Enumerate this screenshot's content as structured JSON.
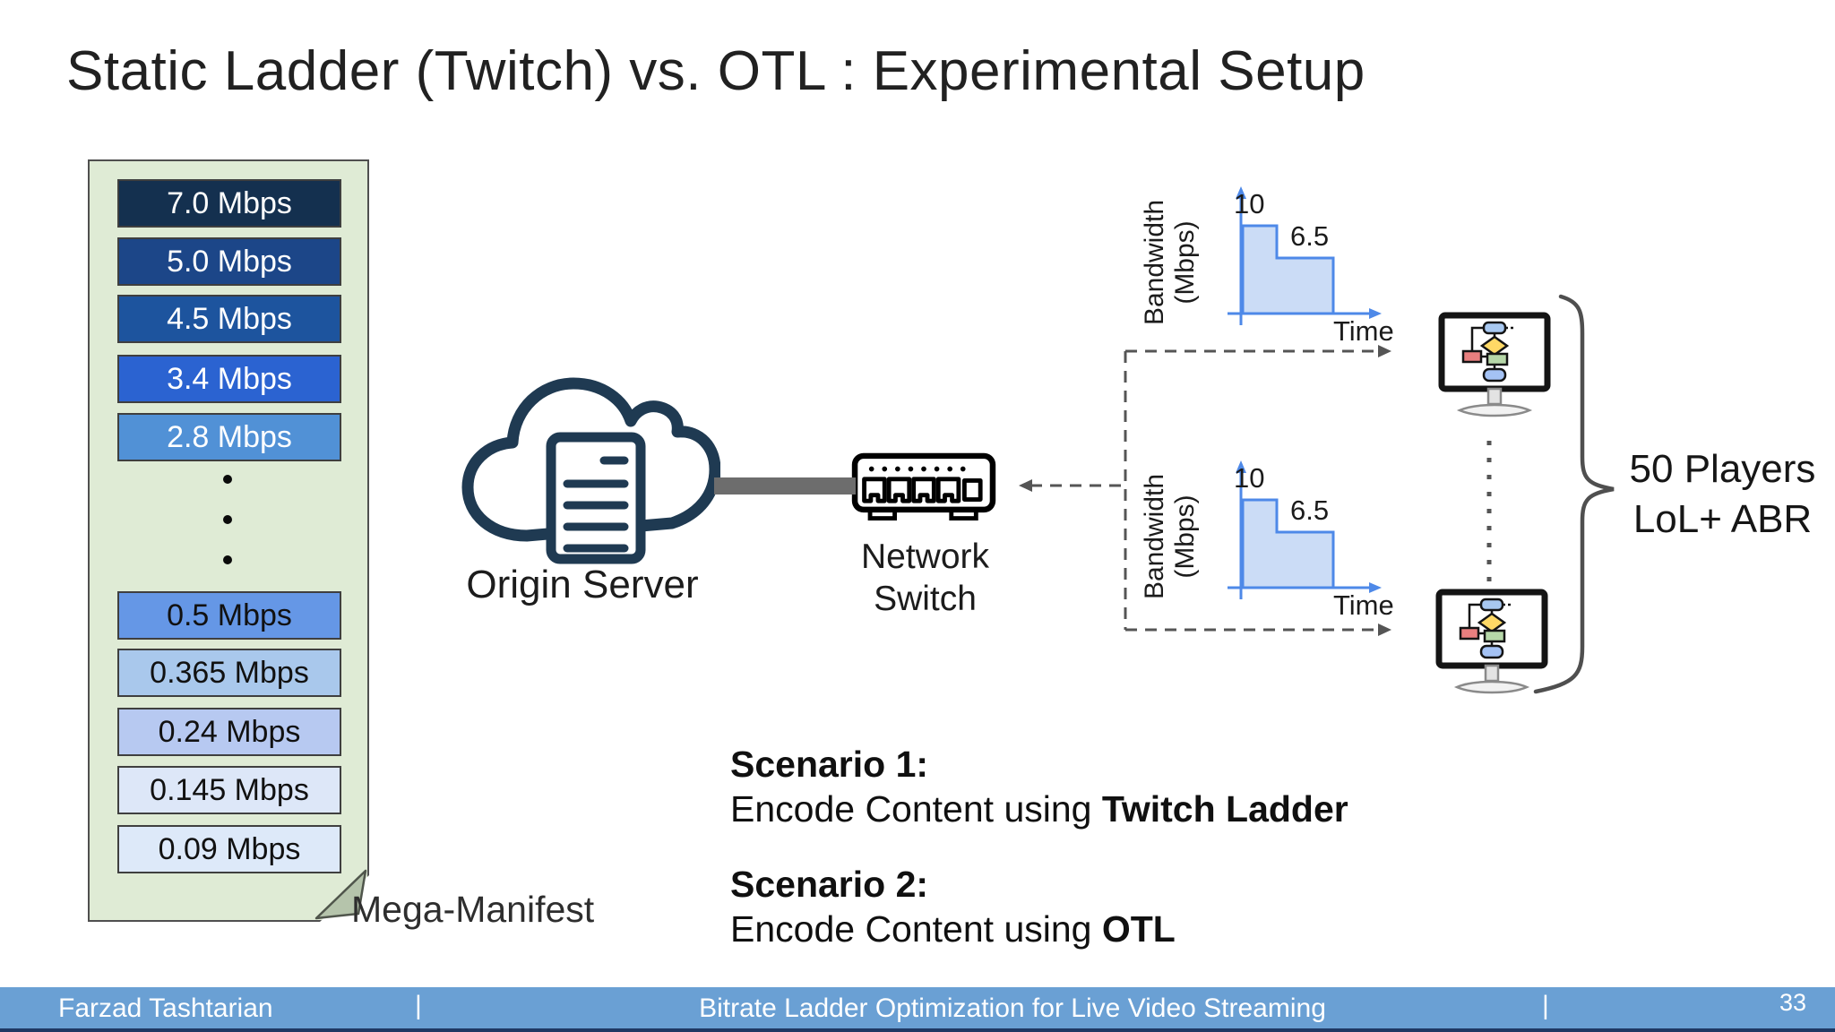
{
  "slide": {
    "title": "Static Ladder (Twitch) vs. OTL : Experimental Setup"
  },
  "mega_manifest": {
    "label": "Mega-Manifest",
    "rungs": [
      {
        "label": "7.0 Mbps",
        "bg": "#14304f",
        "text_color": "#ffffff"
      },
      {
        "label": "5.0 Mbps",
        "bg": "#1c4688",
        "text_color": "#ffffff"
      },
      {
        "label": "4.5 Mbps",
        "bg": "#1d549e",
        "text_color": "#ffffff"
      },
      {
        "label": "3.4 Mbps",
        "bg": "#2b63d1",
        "text_color": "#ffffff"
      },
      {
        "label": "2.8 Mbps",
        "bg": "#5191d6",
        "text_color": "#ffffff"
      },
      {
        "label": "0.5 Mbps",
        "bg": "#6597e6",
        "text_color": "#111111"
      },
      {
        "label": "0.365 Mbps",
        "bg": "#a9c8ec",
        "text_color": "#111111"
      },
      {
        "label": "0.24 Mbps",
        "bg": "#b7c9f1",
        "text_color": "#111111"
      },
      {
        "label": "0.145 Mbps",
        "bg": "#dde7f8",
        "text_color": "#111111"
      },
      {
        "label": "0.09 Mbps",
        "bg": "#dde9f9",
        "text_color": "#111111"
      }
    ]
  },
  "origin_server": {
    "label": "Origin Server",
    "icon": "cloud-server-icon"
  },
  "network_switch": {
    "label_line1": "Network",
    "label_line2": "Switch",
    "icon": "ethernet-switch-icon"
  },
  "players_group": {
    "line1": "50 Players",
    "line2": "LoL+ ABR",
    "icon": "monitor-flowchart-icon"
  },
  "chart_data": [
    {
      "type": "area",
      "subtype": "step",
      "title": "",
      "xlabel": "Time",
      "ylabel": "Bandwidth (Mbps)",
      "ylabel_lines": [
        "Bandwidth",
        "(Mbps)"
      ],
      "step_levels": [
        10,
        6.5
      ],
      "annotations": [
        "10",
        "6.5"
      ],
      "fill": "#cbdcf6",
      "stroke": "#4e89e8"
    },
    {
      "type": "area",
      "subtype": "step",
      "title": "",
      "xlabel": "Time",
      "ylabel": "Bandwidth (Mbps)",
      "ylabel_lines": [
        "Bandwidth",
        "(Mbps)"
      ],
      "step_levels": [
        10,
        6.5
      ],
      "annotations": [
        "10",
        "6.5"
      ],
      "fill": "#cbdcf6",
      "stroke": "#4e89e8"
    }
  ],
  "scenarios": [
    {
      "heading": "Scenario 1:",
      "body_regular": "Encode Content using ",
      "body_bold": "Twitch Ladder"
    },
    {
      "heading": "Scenario 2:",
      "body_regular": "Encode Content using ",
      "body_bold": "OTL"
    }
  ],
  "footer": {
    "author": "Farzad Tashtarian",
    "separator": "|",
    "deck_title": "Bitrate Ladder Optimization for Live Video Streaming",
    "page_number": "33",
    "bar_color": "#6aa0d4",
    "strip_color": "#1f3864"
  },
  "colors": {
    "manifest_bg": "#dfebd5",
    "fold": "#b5c4ab",
    "icon_stroke": "#1f3a52",
    "cable": "#6d6d6d",
    "dashed": "#555555"
  }
}
